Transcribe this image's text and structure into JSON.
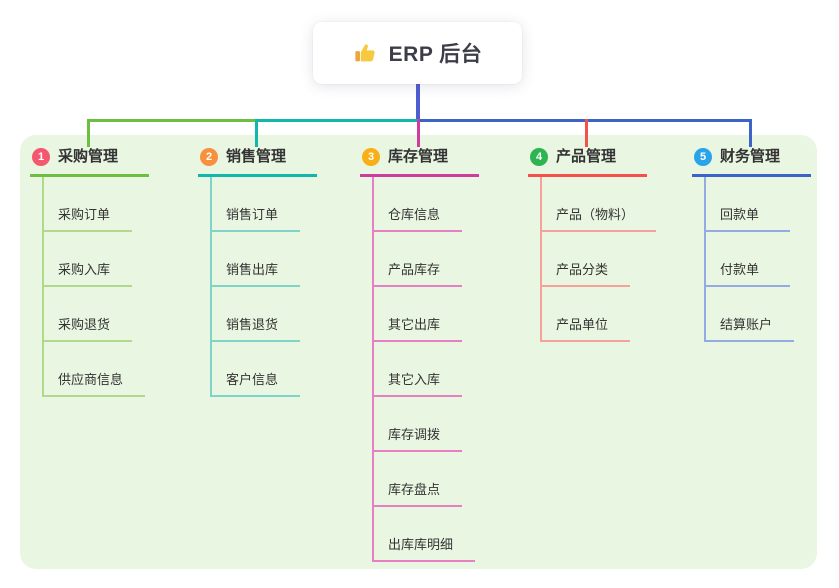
{
  "root": {
    "icon": "thumbs-up-icon",
    "label": "ERP 后台"
  },
  "panel_bg": "#e9f6e2",
  "root_line_color": "#4f5dd3",
  "text_color": "#333333",
  "branches": [
    {
      "num": "1",
      "label": "采购管理",
      "badge_color": "#f4576e",
      "line_color": "#6ebf41",
      "child_line_color": "#b0d98c",
      "children": [
        "采购订单",
        "采购入库",
        "采购退货",
        "供应商信息"
      ]
    },
    {
      "num": "2",
      "label": "销售管理",
      "badge_color": "#f8913e",
      "line_color": "#10b7aa",
      "child_line_color": "#7fd4c9",
      "children": [
        "销售订单",
        "销售出库",
        "销售退货",
        "客户信息"
      ]
    },
    {
      "num": "3",
      "label": "库存管理",
      "badge_color": "#f9b016",
      "line_color": "#ce3d9e",
      "child_line_color": "#e780c2",
      "children": [
        "仓库信息",
        "产品库存",
        "其它出库",
        "其它入库",
        "库存调拨",
        "库存盘点",
        "出库库明细"
      ]
    },
    {
      "num": "4",
      "label": "产品管理",
      "badge_color": "#2eb552",
      "line_color": "#f4514c",
      "child_line_color": "#f7a19b",
      "children": [
        "产品（物料）",
        "产品分类",
        "产品单位"
      ]
    },
    {
      "num": "5",
      "label": "财务管理",
      "badge_color": "#2aa4e8",
      "line_color": "#3c63c8",
      "child_line_color": "#93abe2",
      "children": [
        "回款单",
        "付款单",
        "结算账户"
      ]
    }
  ]
}
